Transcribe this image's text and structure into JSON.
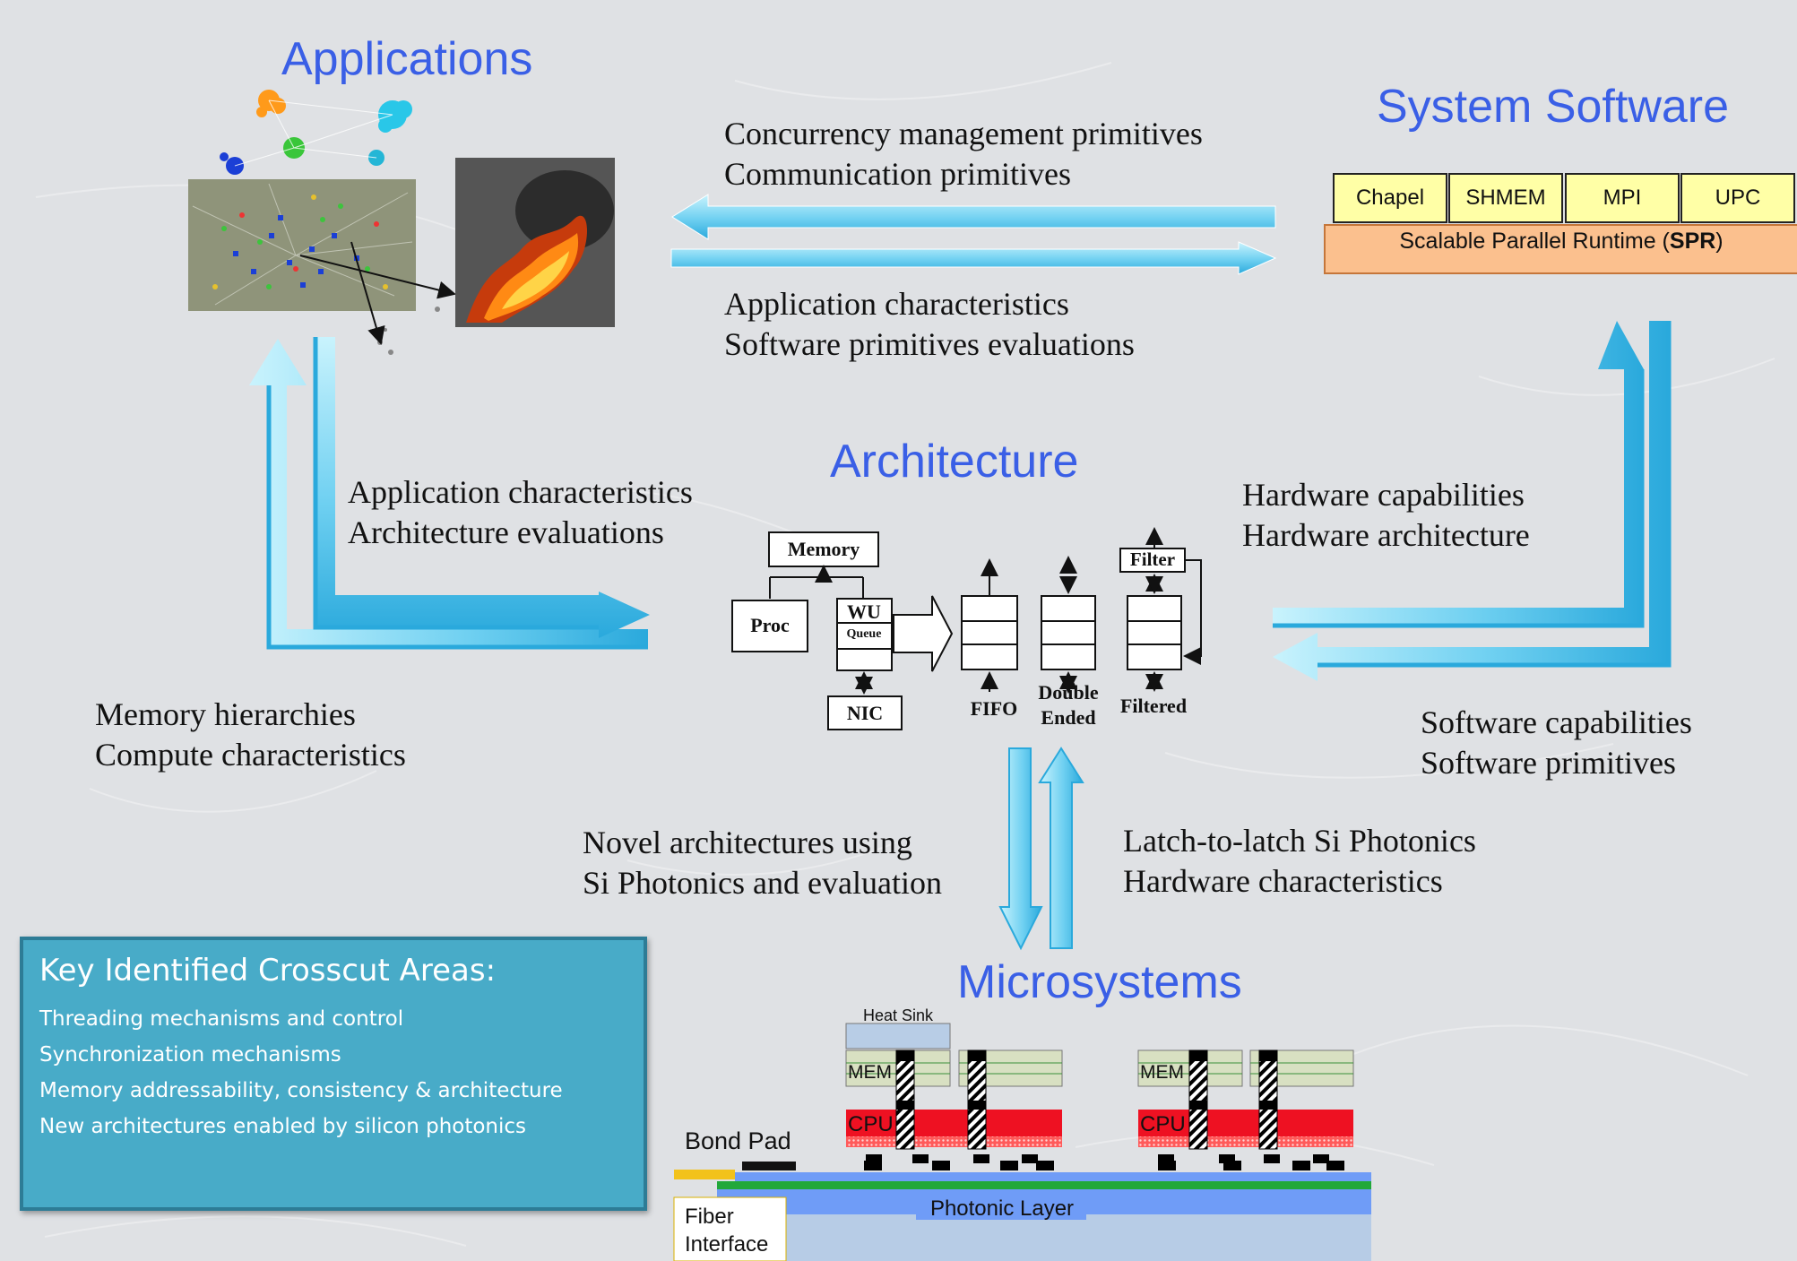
{
  "titles": {
    "applications": "Applications",
    "system_software": "System Software",
    "architecture": "Architecture",
    "microsystems": "Microsystems"
  },
  "flows": {
    "ss_to_app": [
      "Concurrency management primitives",
      "Communication primitives"
    ],
    "app_to_ss": [
      "Application characteristics",
      "Software primitives evaluations"
    ],
    "app_to_arch": [
      "Application characteristics",
      "Architecture evaluations"
    ],
    "arch_to_app": [
      "Memory hierarchies",
      "Compute characteristics"
    ],
    "arch_to_ss": [
      "Hardware capabilities",
      "Hardware architecture"
    ],
    "ss_to_arch": [
      "Software capabilities",
      "Software primitives"
    ],
    "arch_to_micro": [
      "Novel architectures using",
      "Si Photonics and evaluation"
    ],
    "micro_to_arch": [
      "Latch-to-latch Si Photonics",
      "Hardware characteristics"
    ]
  },
  "system_software": {
    "runtimes": [
      "Chapel",
      "SHMEM",
      "MPI",
      "UPC"
    ],
    "spr_label_prefix": "Scalable Parallel Runtime (",
    "spr_label_bold": "SPR",
    "spr_label_suffix": ")"
  },
  "architecture": {
    "memory": "Memory",
    "proc": "Proc",
    "wu": "WU",
    "queue": "Queue",
    "nic": "NIC",
    "fifo": "FIFO",
    "double_ended_1": "Double",
    "double_ended_2": "Ended",
    "filter": "Filter",
    "filtered": "Filtered"
  },
  "microsystems": {
    "heat_sink": "Heat Sink",
    "mem": "MEM",
    "cpu": "CPU",
    "bond_pad": "Bond Pad",
    "photonic_layer": "Photonic Layer",
    "fiber_1": "Fiber",
    "fiber_2": "Interface"
  },
  "crosscut": {
    "title": "Key Identified Crosscut Areas:",
    "items": [
      "Threading mechanisms and control",
      "Synchronization mechanisms",
      "Memory addressability, consistency & architecture",
      "New architectures enabled by silicon photonics"
    ]
  },
  "colors": {
    "title_blue": "#3a5fe6",
    "arrow_light": "#bfeffc",
    "arrow_dark": "#39b3e2",
    "spr_orange": "#fbc08e",
    "runtime_yellow": "#ffffa6",
    "crosscut_teal": "#48abc8",
    "cpu_red": "#ee1122",
    "photonic_blue": "#6f9cf7"
  },
  "icons": {
    "app_graph": "network-graph-image",
    "app_fire": "fire-simulation-image"
  }
}
